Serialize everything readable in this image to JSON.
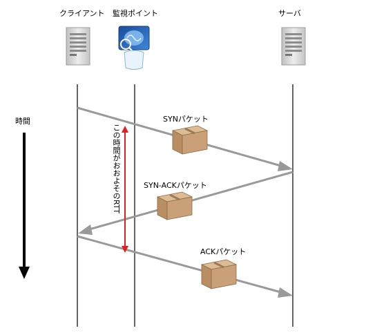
{
  "headers": {
    "client": "クライアント",
    "monitor": "監視ポイント",
    "server": "サーバ"
  },
  "time_label": "時間",
  "rtt_label": "この時間がおおよそのRTT",
  "packets": {
    "syn": "SYNパケット",
    "syn_ack": "SYN-ACKパケット",
    "ack": "ACKパケット"
  },
  "icons": {
    "client": "server-tower-icon",
    "monitor": "brain-monitor-icon",
    "server": "server-tower-icon",
    "packet": "cardboard-box-icon"
  },
  "colors": {
    "arrow": "#999999",
    "rtt": "#e02020",
    "box": "#c8a27a",
    "box_dark": "#a9825a",
    "timeline": "#000000",
    "tower": "#d9d9d9"
  }
}
